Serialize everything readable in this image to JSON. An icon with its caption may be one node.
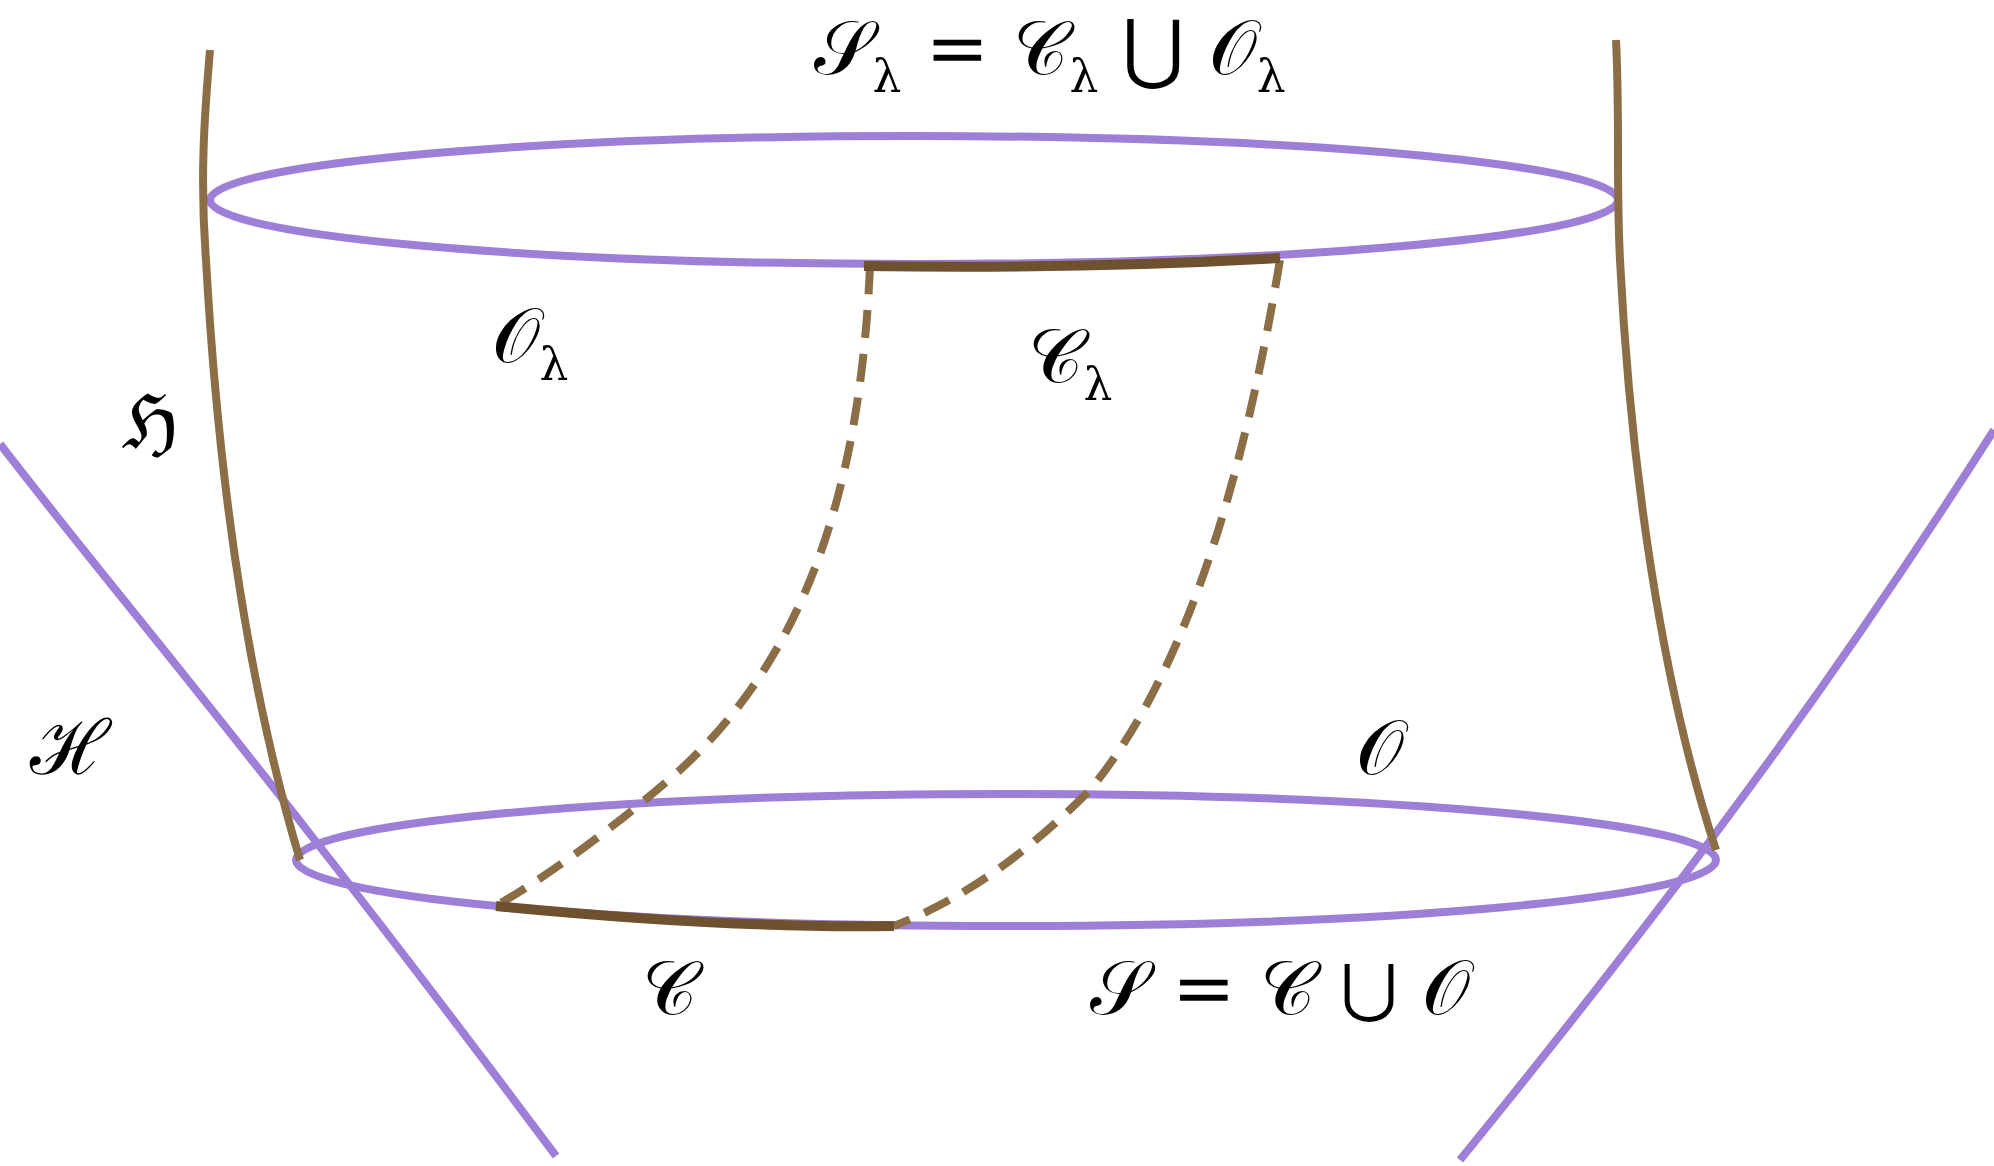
{
  "diagram": {
    "labels": [
      "𝒮$_{λ}$ = 𝒞$_{λ}$ ⋃ 𝒪$_{λ}$",
      "𝒪$_{λ}$",
      "𝒞$_{λ}$",
      "ℌ",
      "ℋ",
      "𝒪",
      "𝒞",
      "𝒮 = 𝒞 ⋃ 𝒪"
    ]
  }
}
